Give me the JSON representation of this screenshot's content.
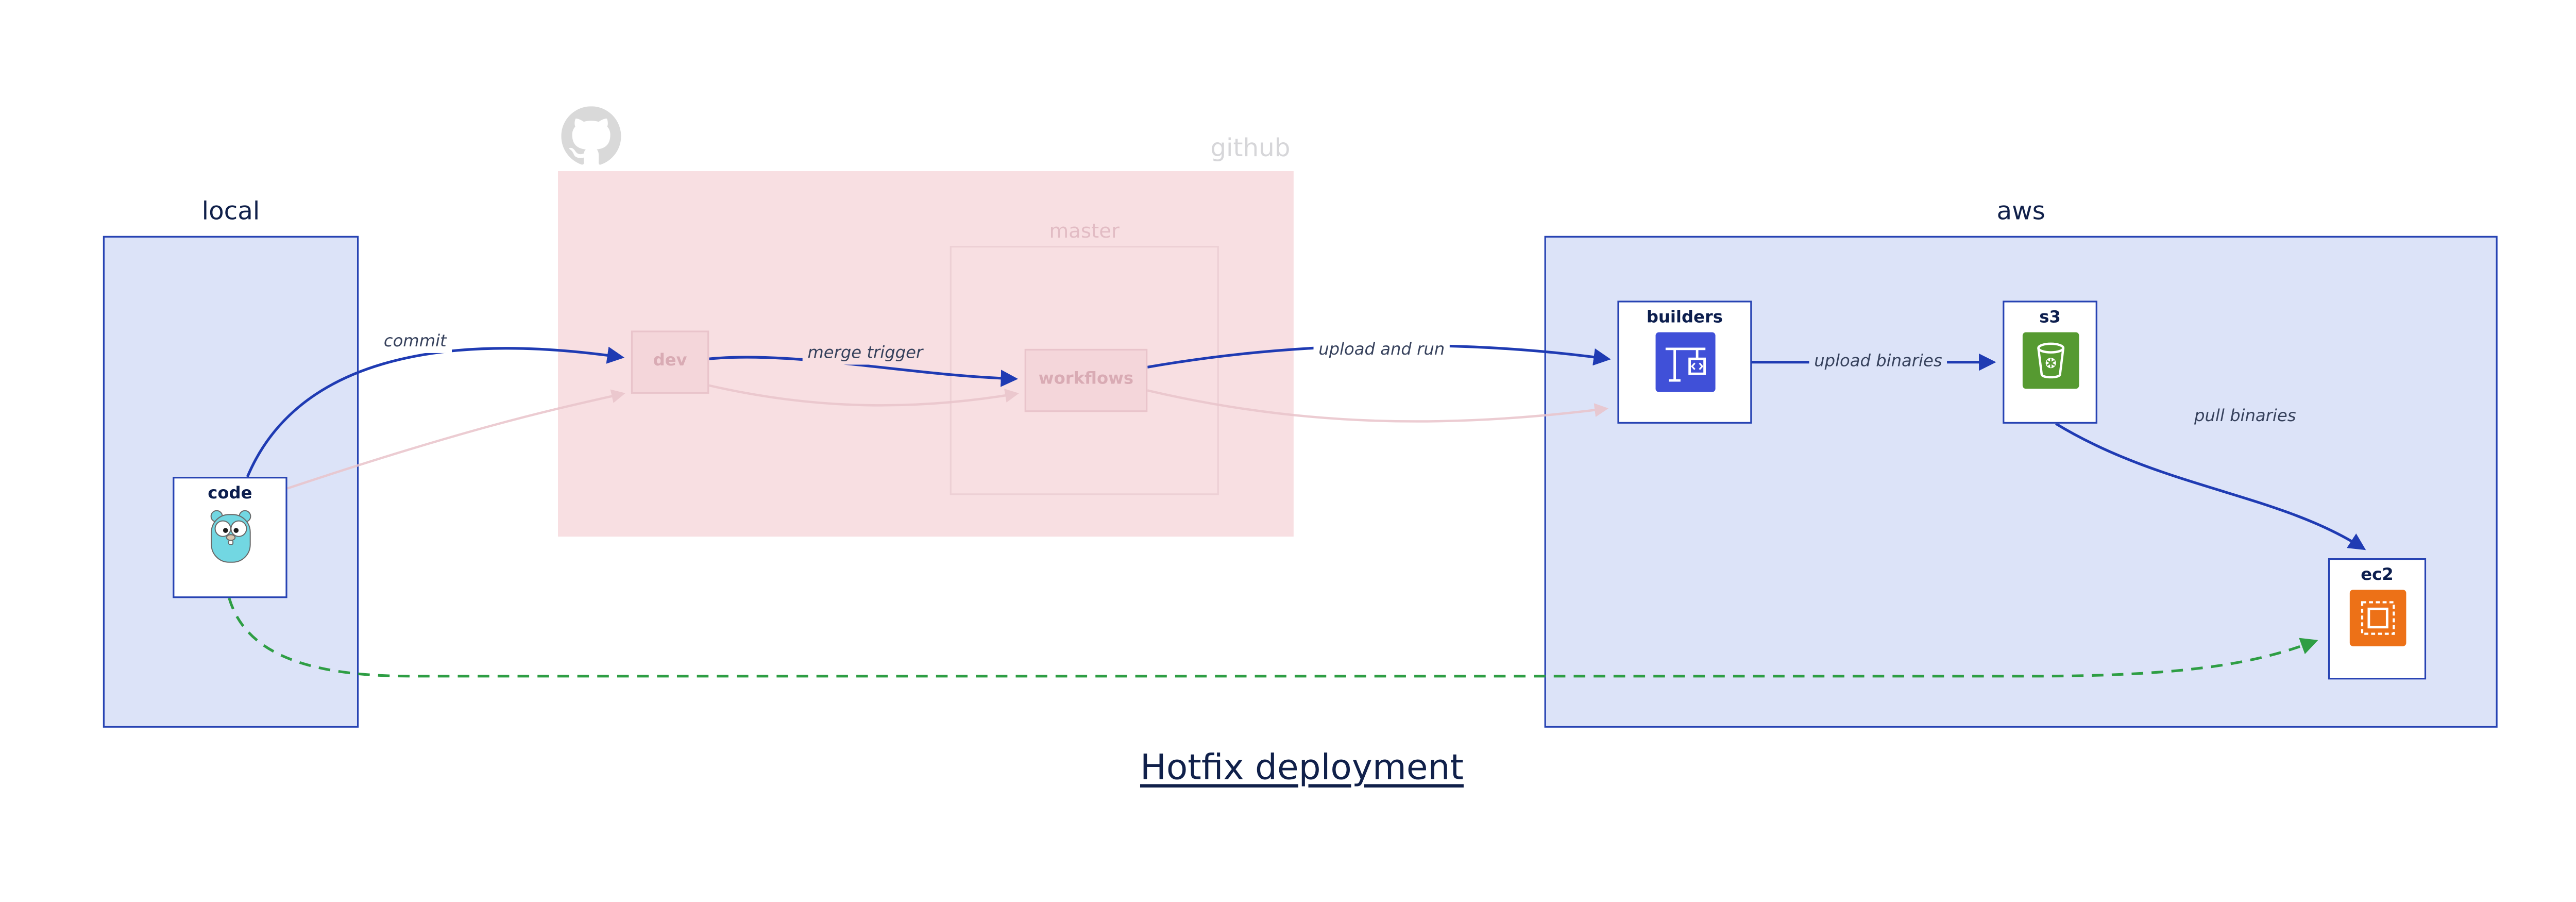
{
  "title": "Hotfix deployment",
  "containers": {
    "local": {
      "label": "local"
    },
    "github": {
      "label": "github"
    },
    "master": {
      "label": "master"
    },
    "aws": {
      "label": "aws"
    }
  },
  "nodes": {
    "code": {
      "label": "code"
    },
    "dev": {
      "label": "dev"
    },
    "workflows": {
      "label": "workflows"
    },
    "builders": {
      "label": "builders"
    },
    "s3": {
      "label": "s3"
    },
    "ec2": {
      "label": "ec2"
    }
  },
  "edges": {
    "commit": {
      "label": "commit"
    },
    "merge_trigger": {
      "label": "merge trigger"
    },
    "upload_and_run": {
      "label": "upload and run"
    },
    "upload_binaries": {
      "label": "upload binaries"
    },
    "pull_binaries": {
      "label": "pull binaries"
    },
    "hotfix": {
      "label": "",
      "style": "dashed-green"
    }
  },
  "icons": {
    "github_logo": "github-octocat-icon",
    "code": "go-gopher-icon",
    "builders": "codebuild-crane-icon",
    "s3": "s3-bucket-icon",
    "ec2": "ec2-chip-icon"
  },
  "colors": {
    "container_blue_fill": "#dce3f8",
    "container_blue_border": "#2743b3",
    "container_pink_fill": "#f8dfe2",
    "edge_blue": "#1f3bb3",
    "edge_green": "#2e9e44",
    "faded_pink": "#e9c4cb",
    "title_color": "#10204a",
    "builders_icon_bg": "#4050d8",
    "s3_icon_bg": "#569a31",
    "ec2_icon_bg": "#ed7117"
  }
}
